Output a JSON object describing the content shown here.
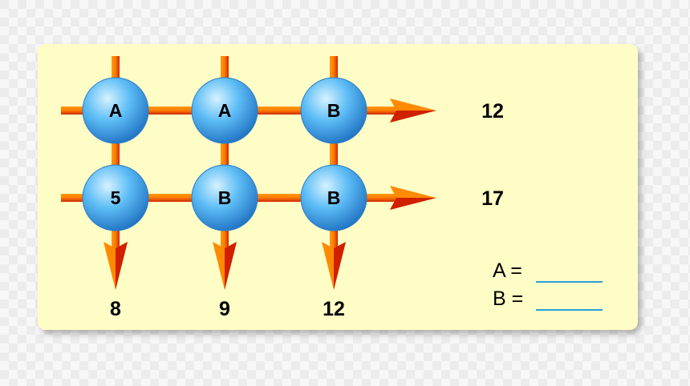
{
  "grid": {
    "rows": [
      [
        "A",
        "A",
        "B"
      ],
      [
        "5",
        "B",
        "B"
      ]
    ],
    "row_sums": [
      "12",
      "17"
    ],
    "col_sums": [
      "8",
      "9",
      "12"
    ]
  },
  "answers": [
    {
      "label": "A ="
    },
    {
      "label": "B ="
    }
  ],
  "colors": {
    "panel": "#fefdc6",
    "arrow_orange": "#ff8a00",
    "arrow_dark": "#d02000",
    "ball_light": "#c8ecff",
    "ball_mid": "#4fb3f2",
    "ball_dark": "#1e6fc0",
    "answer_line": "#2a9fd8"
  }
}
